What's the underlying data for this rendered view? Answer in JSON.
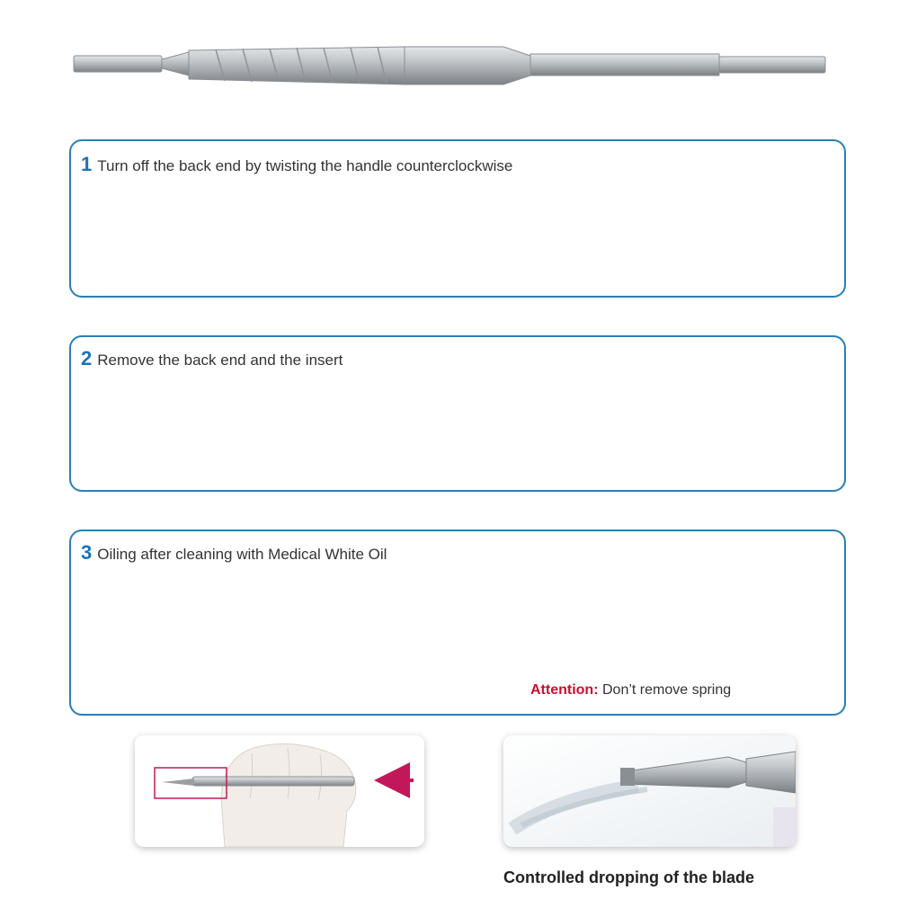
{
  "steps": [
    {
      "number": "1",
      "text": "Turn off the back end by twisting the handle counterclockwise"
    },
    {
      "number": "2",
      "text": "Remove the back end and the insert"
    },
    {
      "number": "3",
      "text": "Oiling after cleaning with Medical White Oil"
    }
  ],
  "attention": {
    "label": "Attention:",
    "text": "Don’t remove spring"
  },
  "caption": "Controlled dropping of the blade",
  "colors": {
    "accent": "#1f72b8",
    "box_border": "#2a7fb8",
    "warning": "#c8102e",
    "metal": "#a9adb1",
    "magenta_arrow": "#c2185b"
  }
}
